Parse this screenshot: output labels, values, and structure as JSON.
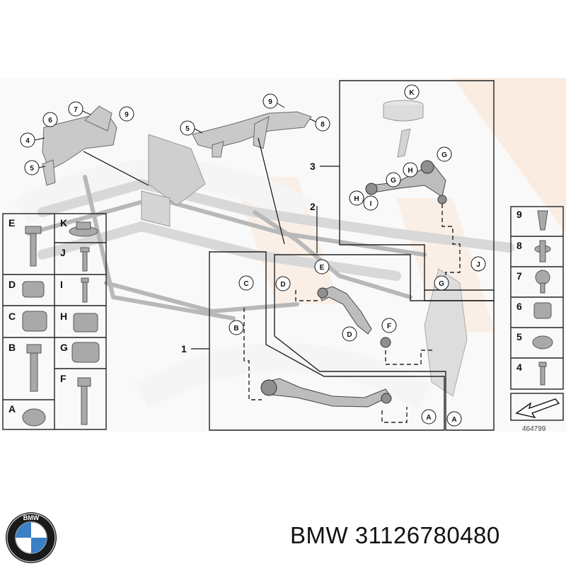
{
  "brand": {
    "name": "BMW",
    "part_number": "31126780480",
    "logo_ring_text": "BMW"
  },
  "diagram": {
    "drawing_number": "464799",
    "group_labels": [
      "1",
      "2",
      "3"
    ],
    "frame_callouts": [
      "4",
      "5",
      "6",
      "7",
      "9",
      "5",
      "9",
      "8"
    ],
    "assembly_callouts": [
      "K",
      "G",
      "H",
      "G",
      "H",
      "I",
      "J",
      "G",
      "C",
      "B",
      "E",
      "D",
      "D",
      "F",
      "A",
      "A"
    ],
    "left_legend": [
      "E",
      "K",
      "J",
      "D",
      "I",
      "C",
      "H",
      "B",
      "G",
      "F",
      "A"
    ],
    "right_legend": [
      "9",
      "8",
      "7",
      "6",
      "5",
      "4"
    ]
  }
}
